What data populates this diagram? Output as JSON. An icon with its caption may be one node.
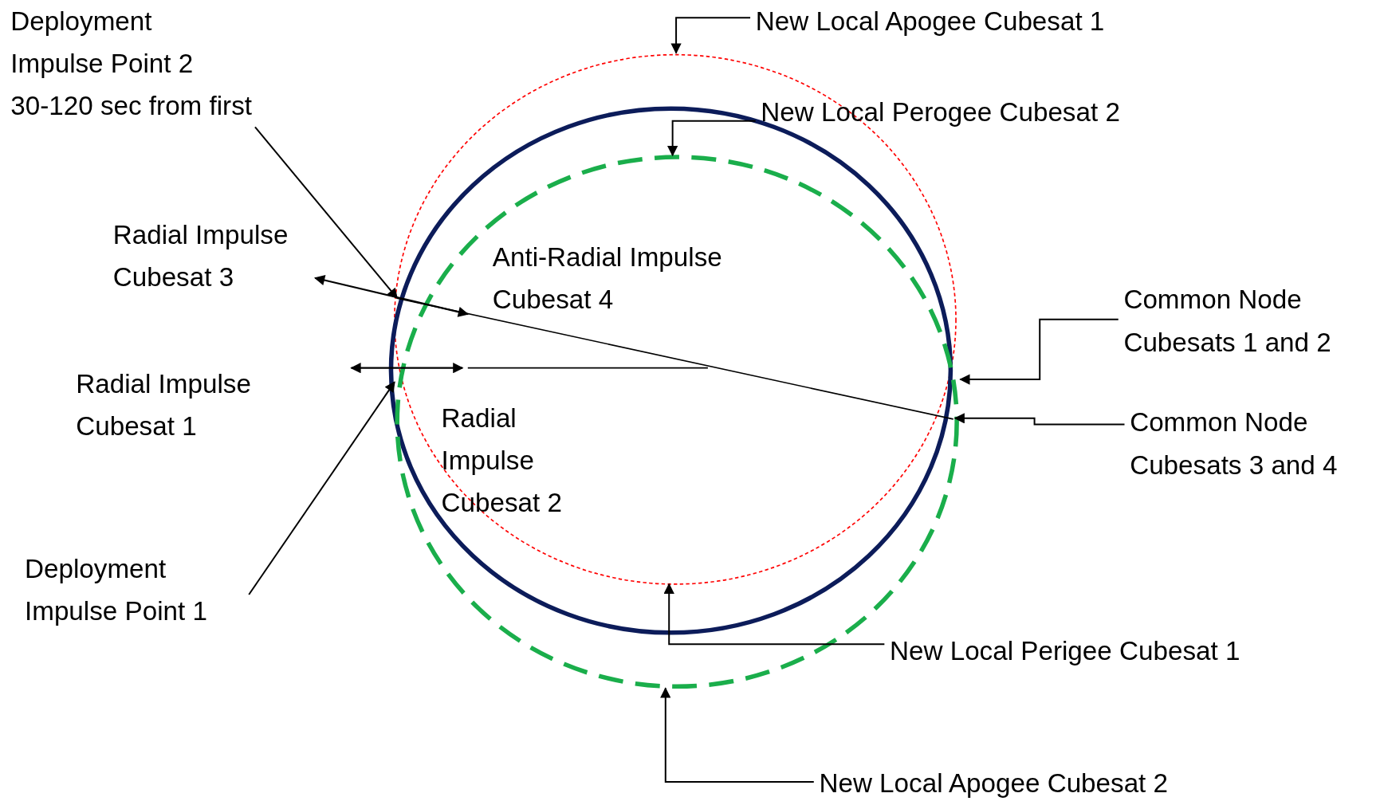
{
  "diagram": {
    "nodes": [
      {
        "text": [
          "Deployment Impulse Point 2",
          "30-120 sec from first"
        ]
      },
      {
        "text": [
          "New Local Apogee Cubesat 1"
        ]
      },
      {
        "text": [
          "New Local Perogee Cubesat 2"
        ]
      },
      {
        "text": [
          "Common Node Cubesats 1 and 2"
        ]
      },
      {
        "text": [
          "Common Node Cubesats 3 and 4"
        ]
      },
      {
        "text": [
          "Deployment Impulse Point 1"
        ]
      },
      {
        "text": [
          "New Local Perigee Cubesat 1"
        ]
      },
      {
        "text": [
          "New Local Apogee Cubesat 2"
        ]
      }
    ],
    "edges": [
      {
        "from": 0,
        "to": null,
        "arrow": "to"
      },
      {
        "from": 1,
        "to": null,
        "arrow": "to"
      },
      {
        "from": 2,
        "to": null,
        "arrow": "to"
      },
      {
        "from": 3,
        "to": null,
        "arrow": "to"
      },
      {
        "from": 4,
        "to": null,
        "arrow": "to"
      },
      {
        "from": 5,
        "to": null,
        "arrow": "to"
      },
      {
        "from": 6,
        "to": null,
        "arrow": "to"
      },
      {
        "from": 7,
        "to": null,
        "arrow": "to"
      }
    ],
    "labels": [
      "Radial Impulse Cubesat 3",
      "Anti-Radial Impulse Cubesat 4",
      "Radial Impulse Cubesat 1",
      "Radial Impulse Cubesat 2"
    ]
  }
}
